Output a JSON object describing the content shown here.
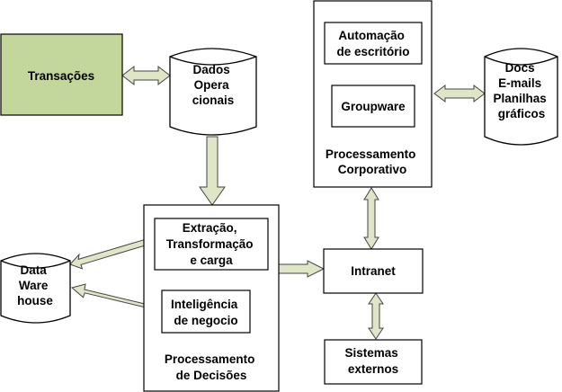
{
  "nodes": {
    "transacoes": "Transações",
    "dados_operacionais": [
      "Dados",
      "Opera",
      "cionais"
    ],
    "automacao": [
      "Automação",
      "de escritório"
    ],
    "groupware": "Groupware",
    "processamento_corporativo": [
      "Processamento",
      "Corporativo"
    ],
    "docs": [
      "Docs",
      "E-mails",
      "Planilhas",
      "gráficos"
    ],
    "extracao": [
      "Extração,",
      "Transformação",
      "e carga"
    ],
    "inteligencia": [
      "Inteligência",
      "de negocio"
    ],
    "processamento_decisoes": [
      "Processamento",
      "de Decisões"
    ],
    "data_warehouse": [
      "Data",
      "Ware",
      "house"
    ],
    "intranet": "Intranet",
    "sistemas_externos": [
      "Sistemas",
      "externos"
    ]
  },
  "colors": {
    "transacoes_fill": "#c3d69b",
    "arrow_fill": "#dfe6c8",
    "stroke": "#000000"
  }
}
